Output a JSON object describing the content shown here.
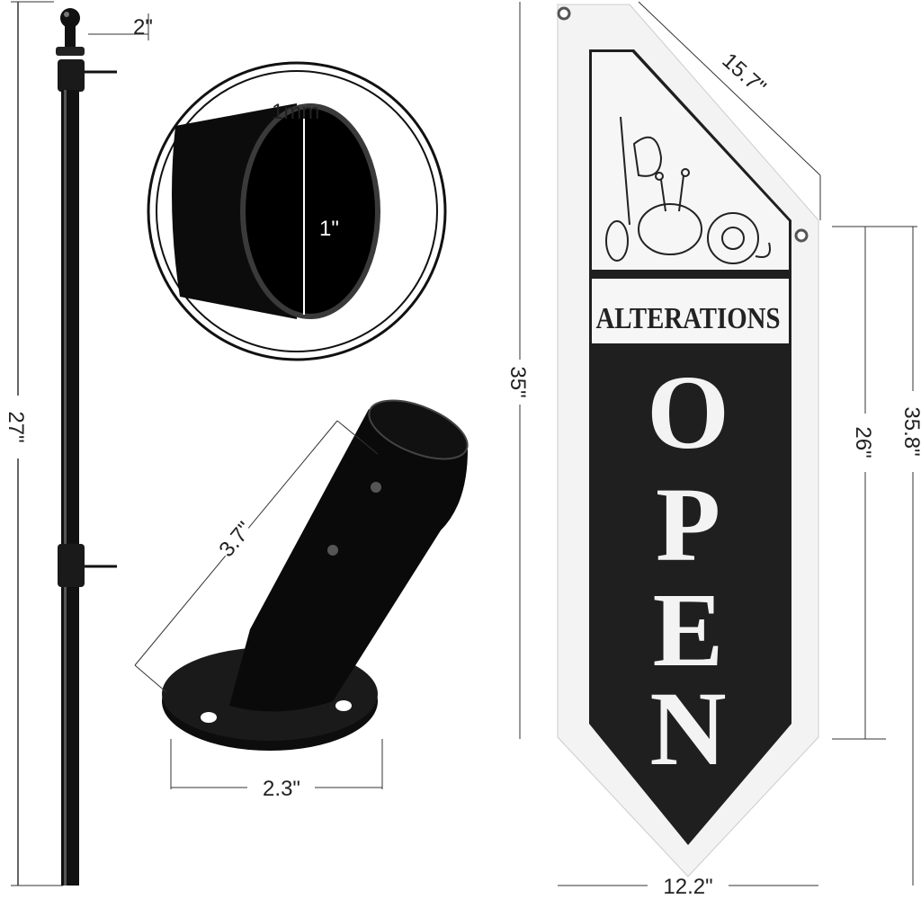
{
  "pole": {
    "finial_width": "2\"",
    "length": "27\""
  },
  "tube_detail": {
    "wall_thickness": "1mm",
    "diameter": "1\""
  },
  "bracket": {
    "length": "3.7\"",
    "base_width": "2.3\""
  },
  "banner": {
    "top_edge": "15.7\"",
    "left_height": "35\"",
    "right_total": "35.8\"",
    "right_edge": "26\"",
    "width": "12.2\"",
    "heading": "ALTERATIONS",
    "letters": [
      "O",
      "P",
      "E",
      "N"
    ]
  }
}
